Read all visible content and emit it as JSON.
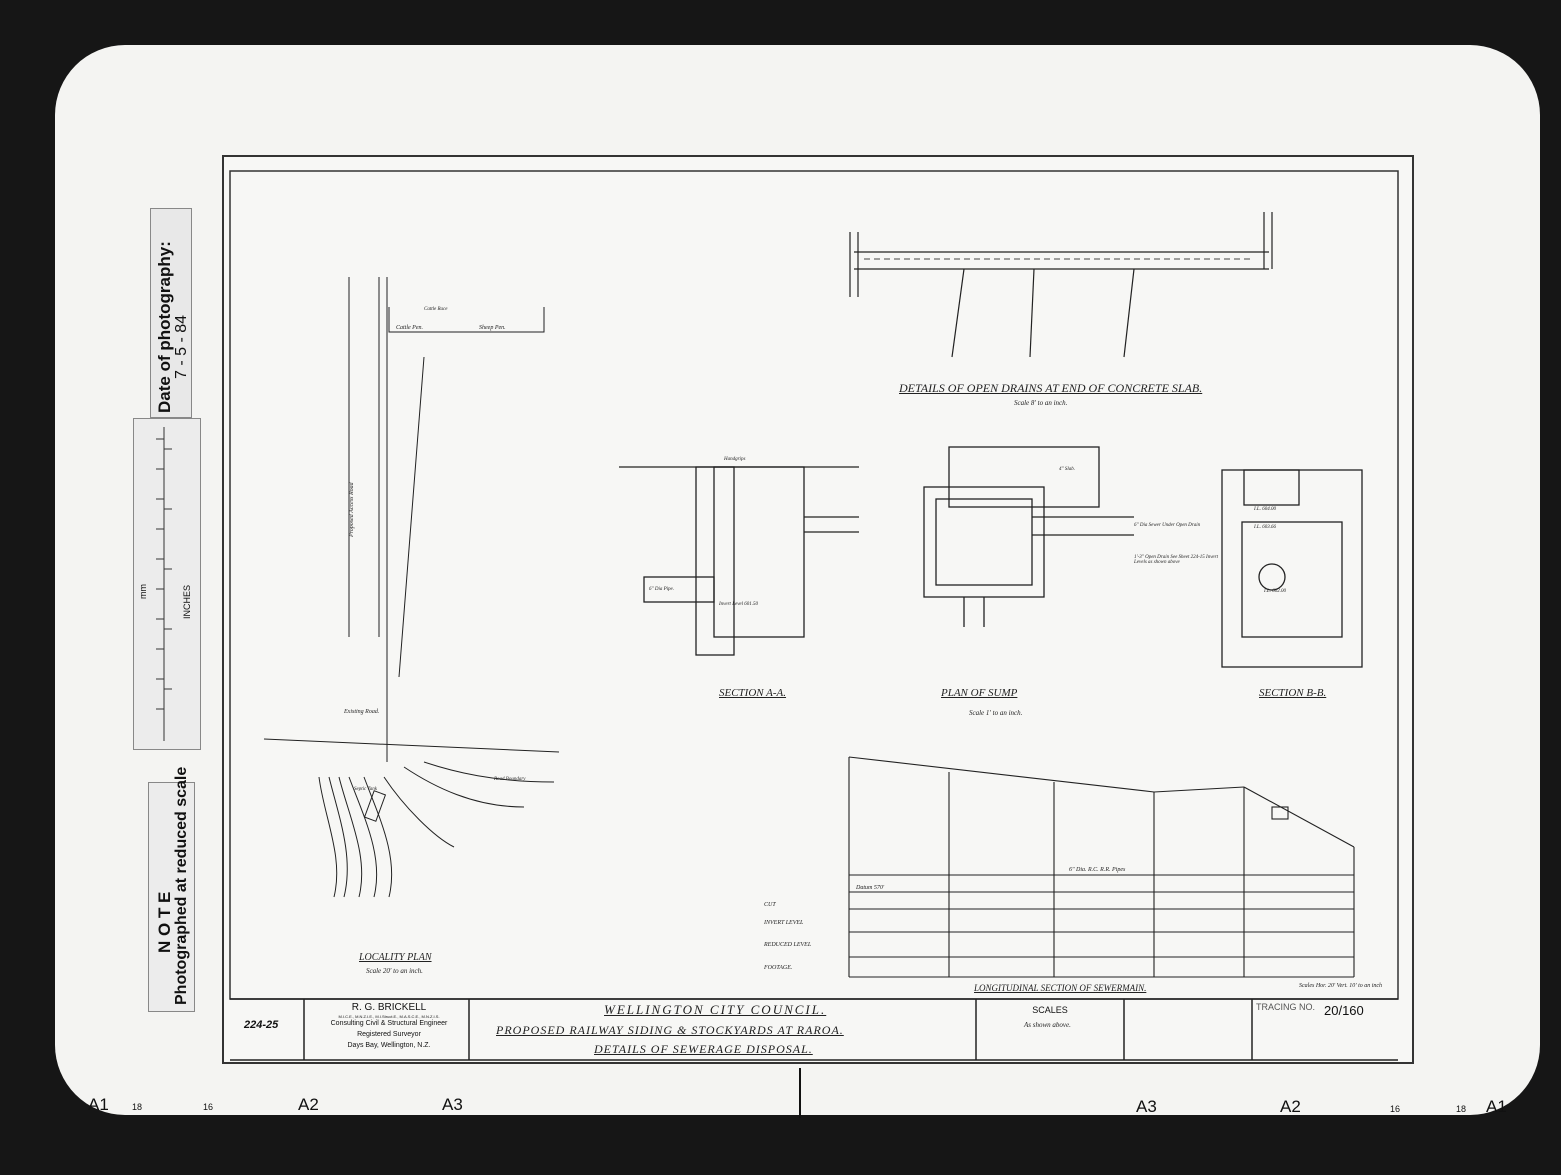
{
  "side": {
    "date_label": "Date of photography:",
    "date_value": "7 - 5 - 84",
    "ruler_mm": "mm",
    "ruler_inches": "INCHES",
    "note_title": "N O T E",
    "note_text": "Photographed at reduced scale"
  },
  "edge_marks": [
    "A1",
    "18",
    "16",
    "A2",
    "A3",
    "A3",
    "A2",
    "16",
    "18",
    "A1"
  ],
  "title_block": {
    "sheet_no": "224-25",
    "engineer_name": "R. G. BRICKELL",
    "engineer_quals": "M.I.C.E., M.N.Z.I.E., M.I.Struct.E., M.A.S.C.E., M.N.Z.I.S.",
    "engineer_line1": "Consulting Civil & Structural Engineer",
    "engineer_line2": "Registered Surveyor",
    "engineer_line3": "Days Bay, Wellington, N.Z.",
    "council": "WELLINGTON CITY COUNCIL.",
    "project": "PROPOSED RAILWAY SIDING & STOCKYARDS AT RAROA.",
    "subject": "DETAILS OF SEWERAGE DISPOSAL.",
    "scales_title": "SCALES",
    "scales_value": "As shown above.",
    "tracing_label": "TRACING NO.",
    "tracing_value": "20/160"
  },
  "drawing_labels": {
    "open_drains": "DETAILS OF OPEN DRAINS AT END OF CONCRETE SLAB.",
    "open_drains_scale": "Scale 8' to an inch.",
    "section_aa": "SECTION A-A.",
    "plan_sump": "PLAN OF SUMP",
    "section_bb": "SECTION B-B.",
    "sump_scale": "Scale 1' to an inch.",
    "locality_plan": "LOCALITY PLAN",
    "locality_scale": "Scale 20' to an inch.",
    "longitudinal": "LONGITUDINAL SECTION OF SEWERMAIN.",
    "long_scale": "Scales Hor. 20' Vert. 10' to an inch",
    "cattle_pen": "Cattle Pen.",
    "sheep_pen": "Sheep Pen.",
    "cattle_race": "Cattle Race",
    "access_road": "Proposed Access Road",
    "existing_road": "Existing Road.",
    "road_boundary": "Road Boundary",
    "septic_tank": "Septic Tank",
    "pipe_label": "6\" Dia. R.C. R.R. Pipes",
    "datum": "Datum 570'",
    "row_cut": "CUT",
    "row_invert": "INVERT LEVEL",
    "row_reduced": "REDUCED LEVEL",
    "row_footage": "FOOTAGE.",
    "sewer_note": "6\" Dia Sewer Under Open Drain",
    "open_drain_note": "1'-3\" Open Drain See Sheet 224-15 Invert Levels as shown above",
    "slab_note": "4\" Slab.",
    "handgrips": "Handgrips",
    "pipe_6": "6\" Dia Pipe.",
    "invert_level": "Invert Level 601.50",
    "il_604": "I.L. 604.00",
    "il_603": "I.L. 603.66",
    "il_602": "I.L. 602.00"
  }
}
